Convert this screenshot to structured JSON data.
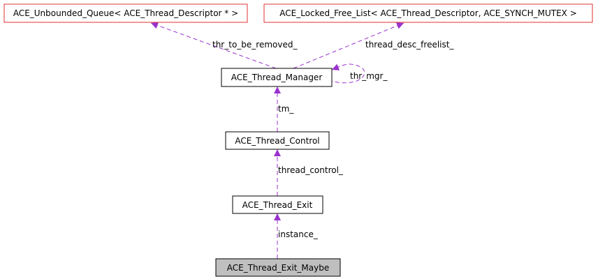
{
  "diagram": {
    "nodes": {
      "unbounded_queue": {
        "label": "ACE_Unbounded_Queue< ACE_Thread_Descriptor * >"
      },
      "locked_free_list": {
        "label": "ACE_Locked_Free_List< ACE_Thread_Descriptor, ACE_SYNCH_MUTEX >"
      },
      "thread_manager": {
        "label": "ACE_Thread_Manager"
      },
      "thread_control": {
        "label": "ACE_Thread_Control"
      },
      "thread_exit": {
        "label": "ACE_Thread_Exit"
      },
      "thread_exit_maybe": {
        "label": "ACE_Thread_Exit_Maybe"
      }
    },
    "edges": {
      "thr_to_be_removed": {
        "label": "thr_to_be_removed_"
      },
      "thread_desc_freelist": {
        "label": "thread_desc_freelist_"
      },
      "thr_mgr": {
        "label": "thr_mgr_"
      },
      "tm": {
        "label": "tm_"
      },
      "thread_control": {
        "label": "thread_control_"
      },
      "instance": {
        "label": "instance_"
      }
    },
    "colors": {
      "template_border": "#e03030",
      "node_border": "#000000",
      "highlight_fill": "#bfbfbf",
      "edge": "#9a32cd"
    }
  }
}
